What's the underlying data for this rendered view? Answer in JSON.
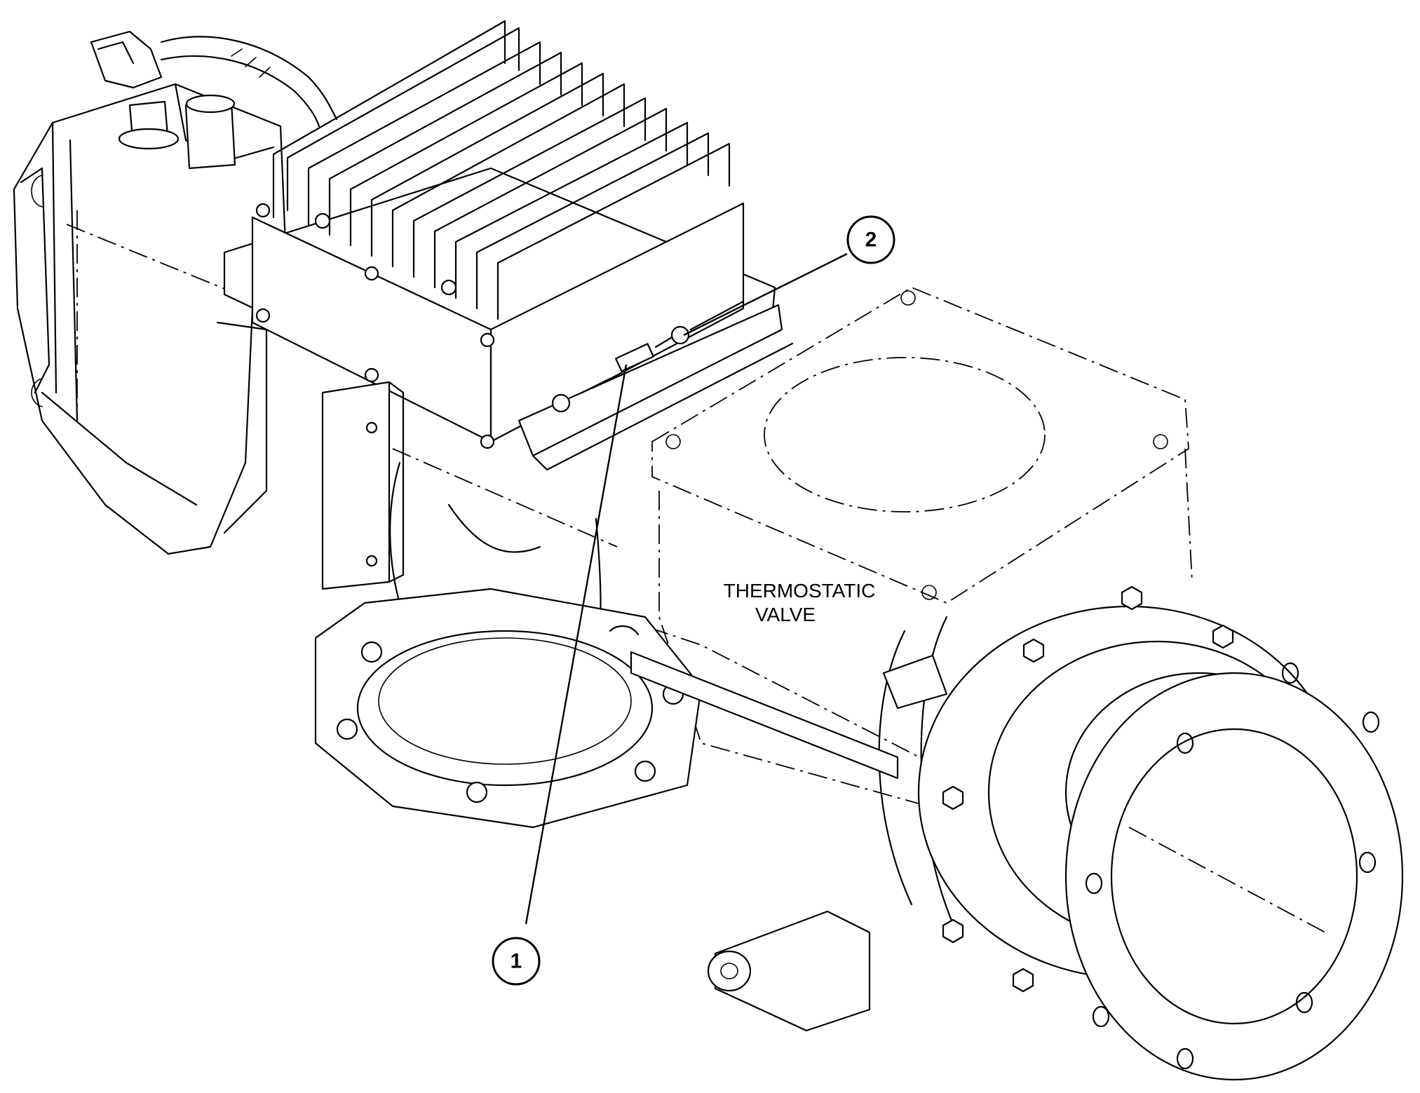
{
  "labels": {
    "valve_line1": "THERMOSTATIC",
    "valve_line2": "VALVE"
  },
  "callouts": [
    {
      "number": "1"
    },
    {
      "number": "2"
    }
  ]
}
